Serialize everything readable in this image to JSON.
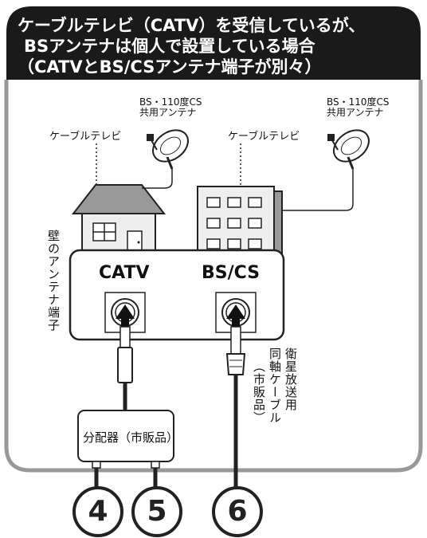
{
  "header": {
    "line1": "ケーブルテレビ（CATV）を受信しているが、",
    "line2": "BSアンテナは個人で設置している場合",
    "line3": "（CATVとBS/CSアンテナ端子が別々）"
  },
  "left_side": {
    "bs_antenna_label_1": "BS・110度CS",
    "bs_antenna_label_2": "共用アンテナ",
    "cable_tv_label": "ケーブルテレビ"
  },
  "right_side": {
    "bs_antenna_label_1": "BS・110度CS",
    "bs_antenna_label_2": "共用アンテナ",
    "cable_tv_label": "ケーブルテレビ"
  },
  "wall_terminal_label": "壁のアンテナ端子",
  "ports": {
    "catv": "CATV",
    "bscs": "BS/CS"
  },
  "splitter_label": "分配器（市販品）",
  "coax_label_col1": "衛星放送用",
  "coax_label_col2": "同軸ケーブル",
  "coax_label_col3": "（市販品）",
  "numbers": [
    "4",
    "5",
    "6"
  ],
  "colors": {
    "frame": "#999999",
    "header_fill": "#ffffff",
    "roof": "#999999",
    "building": "#eeeeee",
    "dark": "#222222"
  }
}
